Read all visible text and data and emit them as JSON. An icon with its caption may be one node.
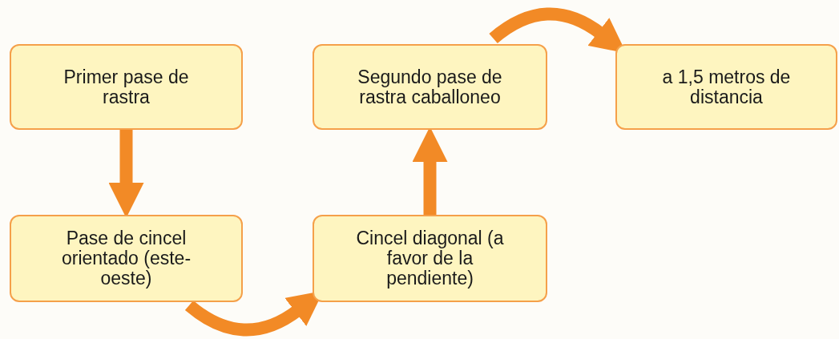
{
  "diagram": {
    "nodes": [
      {
        "text": [
          "Primer pase de rastra"
        ]
      },
      {
        "text": [
          "Pase de cincel orientado (este-oeste)"
        ]
      },
      {
        "text": [
          "Cincel diagonal (a favor de la pendiente)"
        ]
      },
      {
        "text": [
          "Segundo pase de rastra caballoneo"
        ]
      },
      {
        "text": [
          "a 1,5 metros de distancia"
        ]
      }
    ],
    "edges": [
      {
        "from": 0,
        "to": 1,
        "arrow": "to"
      },
      {
        "from": 1,
        "to": 2,
        "arrow": "to"
      },
      {
        "from": 2,
        "to": 3,
        "arrow": "to"
      },
      {
        "from": 3,
        "to": 4,
        "arrow": "to"
      }
    ]
  }
}
